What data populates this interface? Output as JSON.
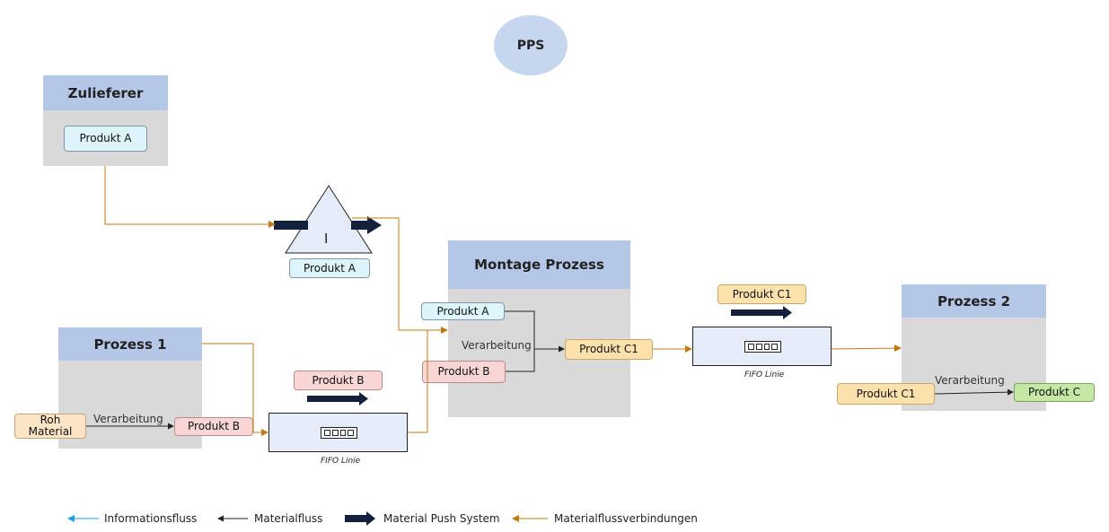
{
  "pps": {
    "label": "PPS"
  },
  "supplier": {
    "title": "Zulieferer",
    "product": "Produkt A"
  },
  "inventory": {
    "symbol": "I",
    "product": "Produkt A"
  },
  "process1": {
    "title": "Prozess 1",
    "input": "Roh\nMaterial",
    "step": "Verarbeitung",
    "output": "Produkt B"
  },
  "fifo1": {
    "product": "Produkt B",
    "caption": "FIFO Linie"
  },
  "assembly": {
    "title": "Montage Prozess",
    "input_a": "Produkt A",
    "input_b": "Produkt B",
    "step": "Verarbeitung",
    "output": "Produkt C1"
  },
  "fifo2": {
    "product": "Produkt C1",
    "caption": "FIFO Linie"
  },
  "process2": {
    "title": "Prozess 2",
    "input": "Produkt C1",
    "step": "Verarbeitung",
    "output": "Produkt C"
  },
  "legend": {
    "info": "Informationsfluss",
    "material": "Materialfluss",
    "push": "Material Push System",
    "connections": "Materialflussverbindungen"
  },
  "colors": {
    "information_flow": "#1ea0e6",
    "material_flow": "#222222",
    "push_arrow": "#14213d",
    "connection_flow": "#c07a10",
    "panel_header": "#b4c7e7",
    "panel_body": "#d9d9d9"
  }
}
